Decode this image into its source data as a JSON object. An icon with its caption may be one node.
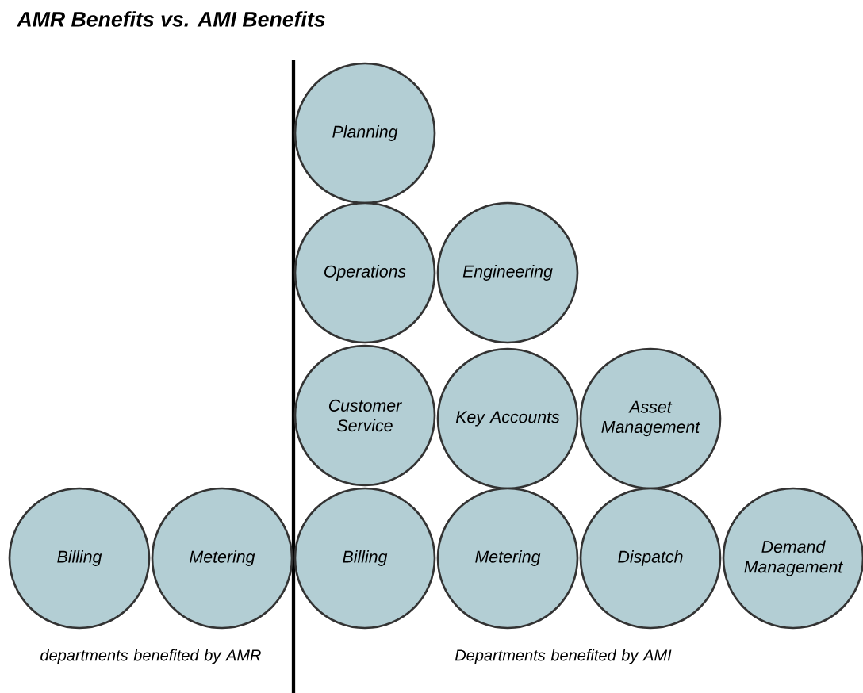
{
  "diagram": {
    "title": "AMR Benefits vs. AMI Benefits",
    "nodes": [
      {
        "text": [
          "Planning"
        ]
      },
      {
        "text": [
          "Operations"
        ]
      },
      {
        "text": [
          "Engineering"
        ]
      },
      {
        "text": [
          "Customer Service"
        ]
      },
      {
        "text": [
          "Key Accounts"
        ]
      },
      {
        "text": [
          "Asset Management"
        ]
      },
      {
        "text": [
          "Billing"
        ]
      },
      {
        "text": [
          "Metering"
        ]
      },
      {
        "text": [
          "Billing"
        ]
      },
      {
        "text": [
          "Metering"
        ]
      },
      {
        "text": [
          "Dispatch"
        ]
      },
      {
        "text": [
          "Demand Management"
        ]
      }
    ],
    "labels": [
      "departments benefited by AMR",
      "Departments benefited by AMI"
    ]
  }
}
